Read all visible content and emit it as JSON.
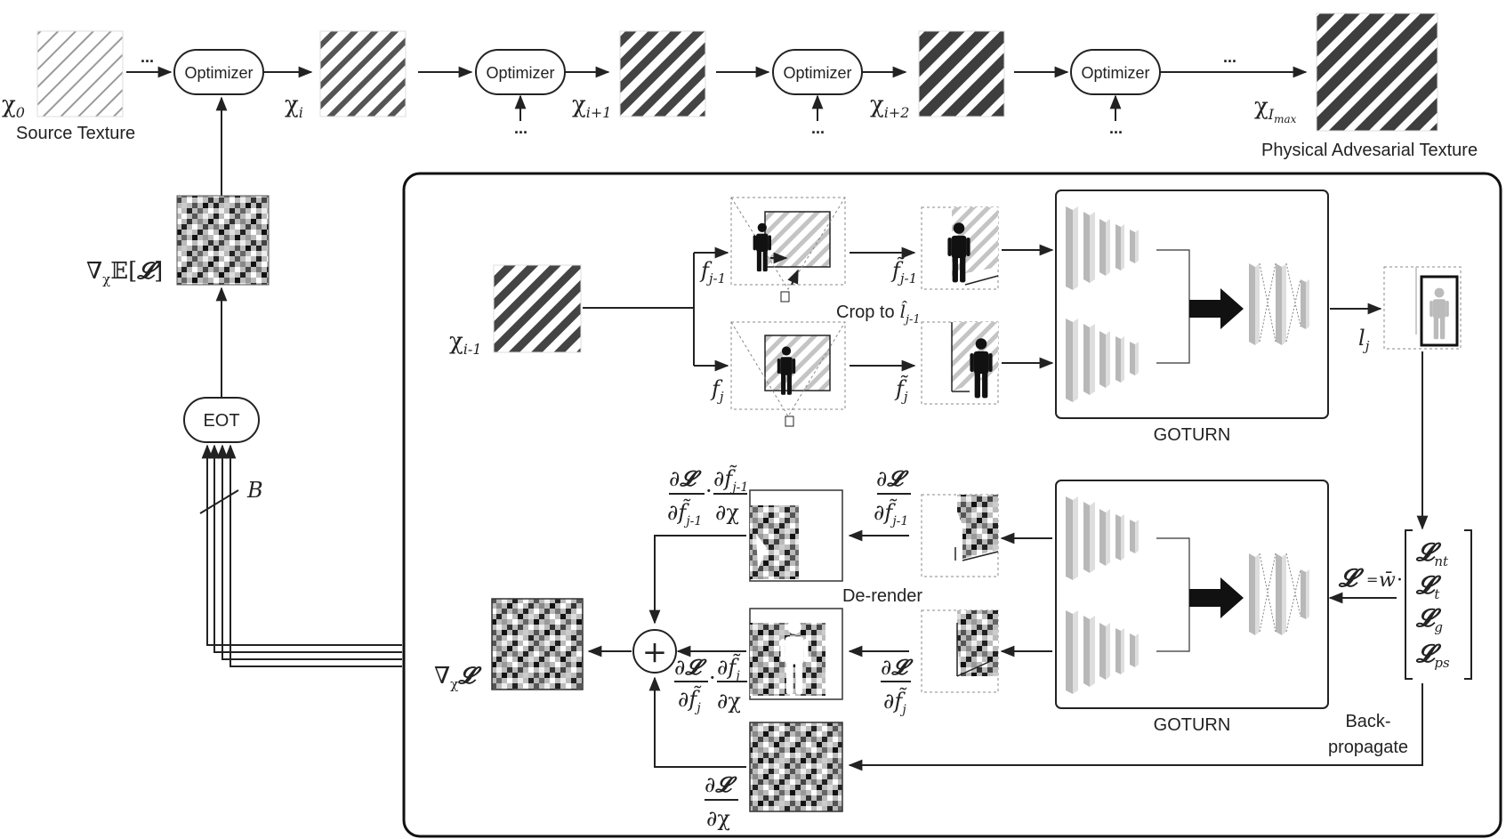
{
  "labels": {
    "optimizer": "Optimizer",
    "source_texture": "Source Texture",
    "physical_texture": "Physical Advesarial Texture",
    "eot": "EOT",
    "crop_to": "Crop to",
    "goturn": "GOTURN",
    "de_render": "De-render",
    "back_propagate_1": "Back-",
    "back_propagate_2": "propagate",
    "batch": "B",
    "ellipsis": "...",
    "plus": "+"
  },
  "symbols": {
    "chi": "χ",
    "sub_0": "0",
    "sub_i": "i",
    "sub_i1": "i+1",
    "sub_i2": "i+2",
    "sub_imax_I": "I",
    "sub_imax_max": "max",
    "sub_im1": "i-1",
    "f": "f",
    "f_tilde": "f̃",
    "sub_jm1": "j-1",
    "sub_j": "j",
    "l": "l",
    "l_hat": "l̂",
    "grad_chi": "∇",
    "grad_sub": "χ",
    "expect": "𝔼[",
    "close_bracket": "]",
    "loss": "𝓛",
    "partial": "∂",
    "dot": "·",
    "equals": "=",
    "w_bar": "w̄",
    "sub_nt": "nt",
    "sub_t": "t",
    "sub_g": "g",
    "sub_ps": "ps"
  },
  "colors": {
    "ink": "#222222",
    "stripe_light": "#b5b5b5",
    "stripe_dark": "#444444",
    "layer_face": "#dcdcdc",
    "layer_side": "#b8b8b8"
  },
  "icons": [
    "noise-texture-icon",
    "stripe-texture-icon",
    "person-icon",
    "camera-icon",
    "cnn-layers-icon",
    "sum-node-icon"
  ]
}
